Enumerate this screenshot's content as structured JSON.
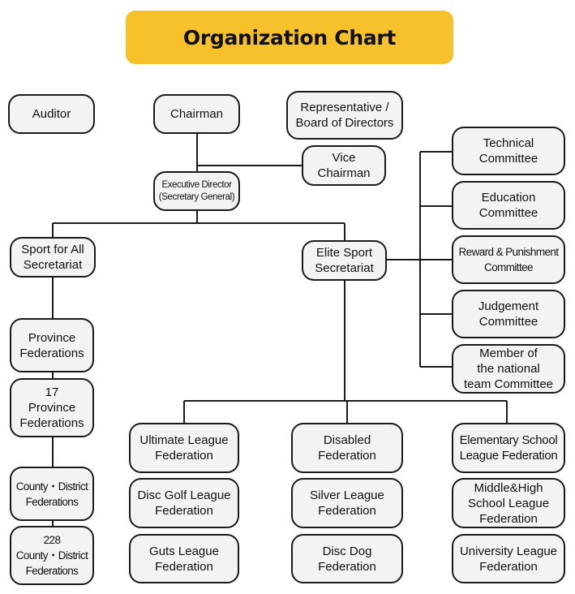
{
  "title": "Organization Chart",
  "nodes": {
    "auditor": "Auditor",
    "chairman": "Chairman",
    "representative": "Representative /\nBoard of Directors",
    "vice_chairman": "Vice\nChairman",
    "executive_director": "Executive Director\n(Secretary General)",
    "sport_for_all": "Sport for All\nSecretariat",
    "elite_sport": "Elite Sport\nSecretariat",
    "technical": "Technical\nCommittee",
    "education": "Education\nCommittee",
    "reward": "Reward & Punishment\nCommittee",
    "judgement": "Judgement\nCommittee",
    "national_team": "Member of\nthe national\nteam Committee",
    "province_fed": "Province\nFederations",
    "province_17": "17\nProvince\nFederations",
    "county_fed": "County・District\nFederations",
    "county_228": "228\nCounty・District\nFederations",
    "ultimate": "Ultimate League\nFederation",
    "disc_golf": "Disc Golf League\nFederation",
    "guts": "Guts League\nFederation",
    "disabled": "Disabled\nFederation",
    "silver": "Silver League\nFederation",
    "disc_dog": "Disc Dog\nFederation",
    "elementary": "Elementary School\nLeague Federation",
    "middle_high": "Middle&High\nSchool League\nFederation",
    "university": "University League\nFederation"
  },
  "colors": {
    "title_bg": "#f6c12a",
    "box_bg": "#f3f3f3",
    "line": "#1a1a1a"
  }
}
